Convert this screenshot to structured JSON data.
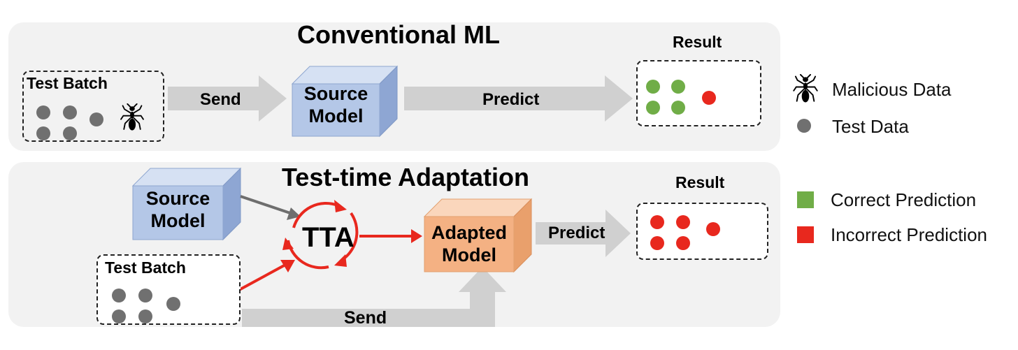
{
  "top_panel": {
    "title": "Conventional ML",
    "batch_label": "Test Batch",
    "send_label": "Send",
    "model_label": "Source\nModel",
    "predict_label": "Predict",
    "result_label": "Result"
  },
  "bottom_panel": {
    "title": "Test-time Adaptation",
    "source_model_label": "Source\nModel",
    "tta_label": "TTA",
    "adapted_model_label": "Adapted\nModel",
    "predict_label": "Predict",
    "result_label": "Result",
    "batch_label": "Test Batch",
    "send_label": "Send"
  },
  "legend": {
    "malicious": "Malicious Data",
    "test_data": "Test Data",
    "correct": "Correct Prediction",
    "incorrect": "Incorrect Prediction"
  },
  "colors": {
    "panel_bg": "#f2f2f2",
    "test_dot": "#707070",
    "correct": "#70ad47",
    "incorrect": "#e8281e",
    "source_model": "#b4c7e7",
    "adapted_model": "#f4b183",
    "arrow_gray": "#d0d0d0"
  },
  "icons": [
    "ant-icon",
    "cube-icon",
    "cycle-arrows-icon"
  ]
}
